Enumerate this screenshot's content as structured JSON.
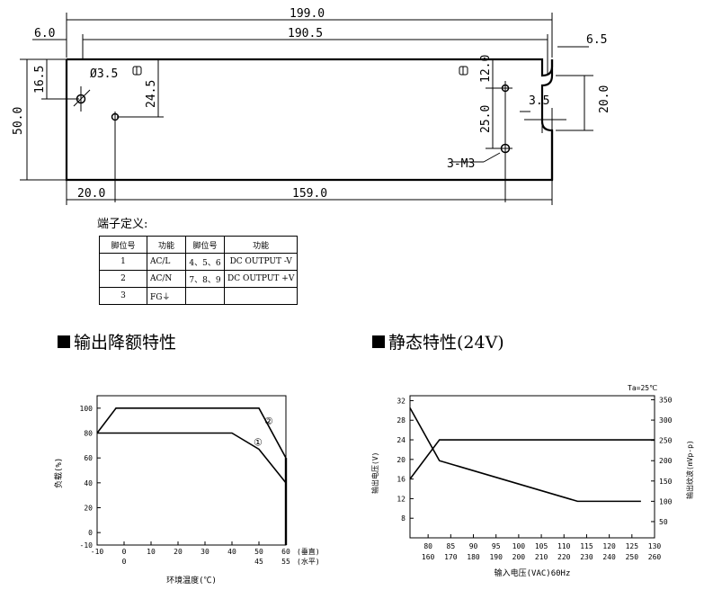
{
  "mechanical": {
    "dims": {
      "overall_length": "199.0",
      "hole_span": "190.5",
      "left_offset": "6.0",
      "right_offset": "6.5",
      "height": "50.0",
      "hole_left_y": "16.5",
      "hole_left_y2": "24.5",
      "hole_dia": "Ø3.5",
      "right_hole_y": "12.0",
      "right_hole_y2": "25.0",
      "slot_height": "20.0",
      "slot_width": "3.5",
      "screw_label": "3-M3",
      "bottom_left": "20.0",
      "bottom_span": "159.0"
    }
  },
  "pin_table": {
    "title": "端子定义:",
    "headers": [
      "脚位号",
      "功能",
      "脚位号",
      "功能"
    ],
    "rows": [
      [
        "1",
        "AC/L",
        "4、5、6",
        "DC OUTPUT -V"
      ],
      [
        "2",
        "AC/N",
        "7、8、9",
        "DC OUTPUT +V"
      ],
      [
        "3",
        "FG⏚",
        "",
        ""
      ]
    ]
  },
  "sections": {
    "derating_title": "输出降额特性",
    "static_title": "静态特性(24V)"
  },
  "chart_data": [
    {
      "type": "line",
      "ylabel": "负载(%)",
      "xlabel": "环境温度(℃)",
      "x_ticks": [
        "-10",
        "0",
        "10",
        "20",
        "30",
        "40",
        "50",
        "60"
      ],
      "x_ticks_second_row": [
        "0",
        "45",
        "55"
      ],
      "x_row_labels": [
        "(垂直)",
        "(水平)"
      ],
      "y_ticks": [
        "100",
        "80",
        "60",
        "40",
        "20",
        "0",
        "-10"
      ],
      "xlim": [
        -10,
        60
      ],
      "ylim": [
        -10,
        110
      ],
      "series": [
        {
          "name": "①",
          "x": [
            -10,
            40,
            50,
            60
          ],
          "y": [
            80,
            80,
            67,
            40
          ]
        },
        {
          "name": "②",
          "x": [
            -10,
            -3,
            50,
            60
          ],
          "y": [
            80,
            100,
            100,
            60
          ]
        }
      ],
      "vertical_line_x": 60
    },
    {
      "type": "line",
      "annotation": "Ta=25℃",
      "ylabel_left": "输出电压(V)",
      "ylabel_right": "输出纹波(mVp-p)",
      "xlabel": "输入电压(VAC)60Hz",
      "x_ticks_top": [
        "80",
        "85",
        "90",
        "95",
        "100",
        "105",
        "110",
        "115",
        "120",
        "125",
        "130"
      ],
      "x_ticks_bottom": [
        "160",
        "170",
        "180",
        "190",
        "200",
        "210",
        "220",
        "230",
        "240",
        "250",
        "260"
      ],
      "y_left_ticks": [
        "32",
        "28",
        "24",
        "20",
        "16",
        "12",
        "8"
      ],
      "y_right_ticks": [
        "350",
        "300",
        "250",
        "200",
        "150",
        "100",
        "50"
      ],
      "xlim": [
        76,
        130
      ],
      "ylim_left": [
        4,
        33
      ],
      "series": [
        {
          "name": "",
          "axis": "left",
          "x": [
            76,
            82.5,
            130
          ],
          "y": [
            16,
            24,
            24
          ]
        },
        {
          "name": "",
          "axis": "right",
          "x": [
            76,
            82.5,
            113,
            127
          ],
          "y": [
            330,
            200,
            100,
            100
          ]
        }
      ]
    }
  ]
}
